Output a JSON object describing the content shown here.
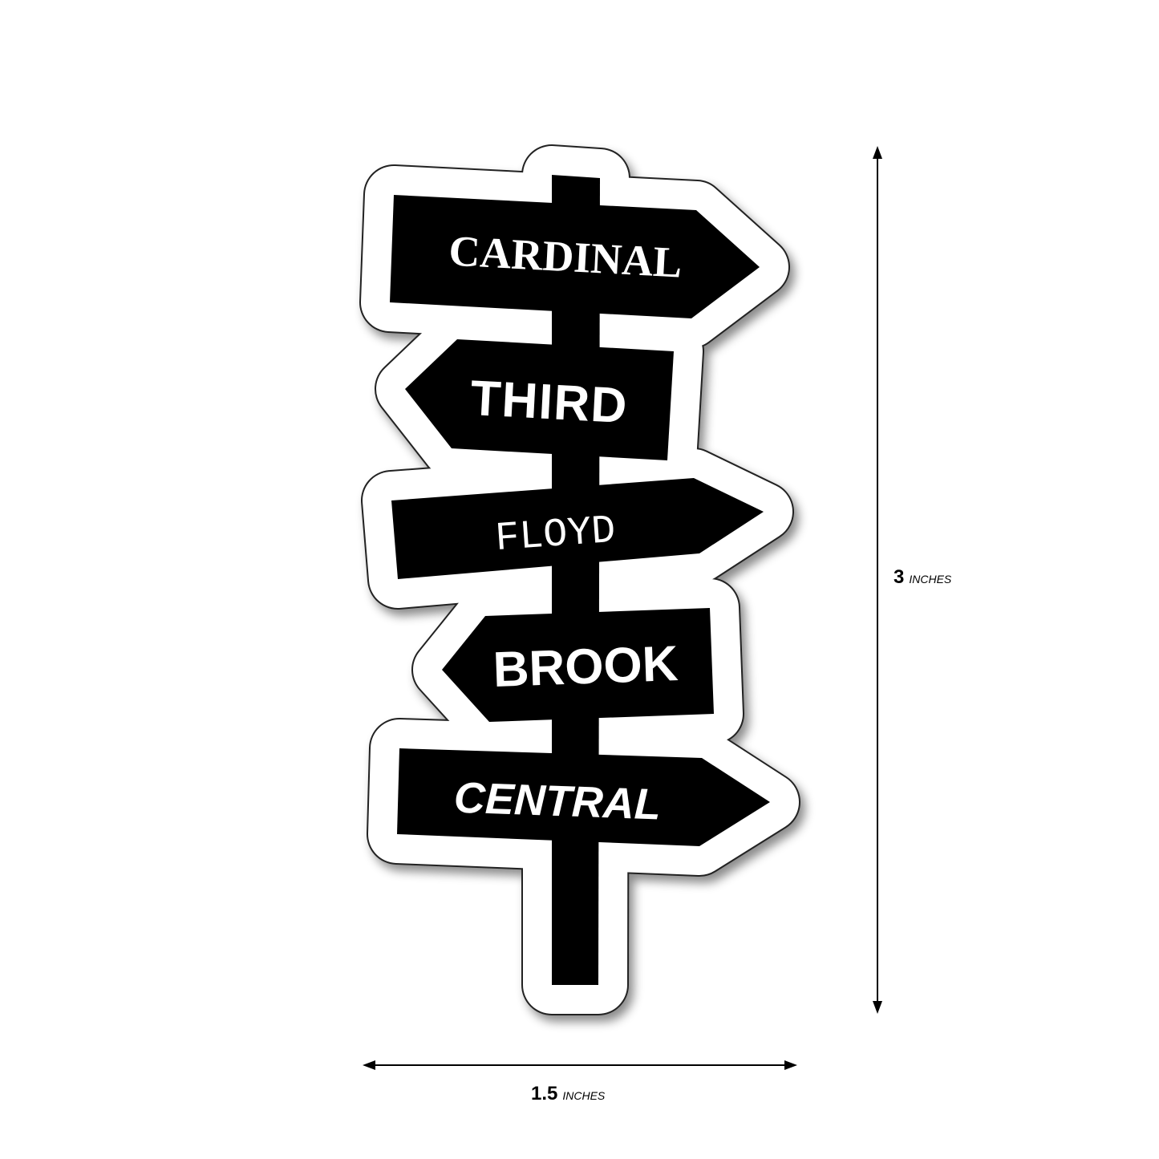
{
  "sticker": {
    "signs": [
      {
        "label": "CARDINAL",
        "direction": "right"
      },
      {
        "label": "THIRD",
        "direction": "left"
      },
      {
        "label": "FLOYD",
        "direction": "right"
      },
      {
        "label": "BROOK",
        "direction": "left"
      },
      {
        "label": "CENTRAL",
        "direction": "right"
      }
    ],
    "colors": {
      "sign": "#000000",
      "text": "#ffffff",
      "border": "#ffffff"
    }
  },
  "dimensions": {
    "height": {
      "value": "3",
      "unit": "INCHES"
    },
    "width": {
      "value": "1.5",
      "unit": "INCHES"
    }
  }
}
